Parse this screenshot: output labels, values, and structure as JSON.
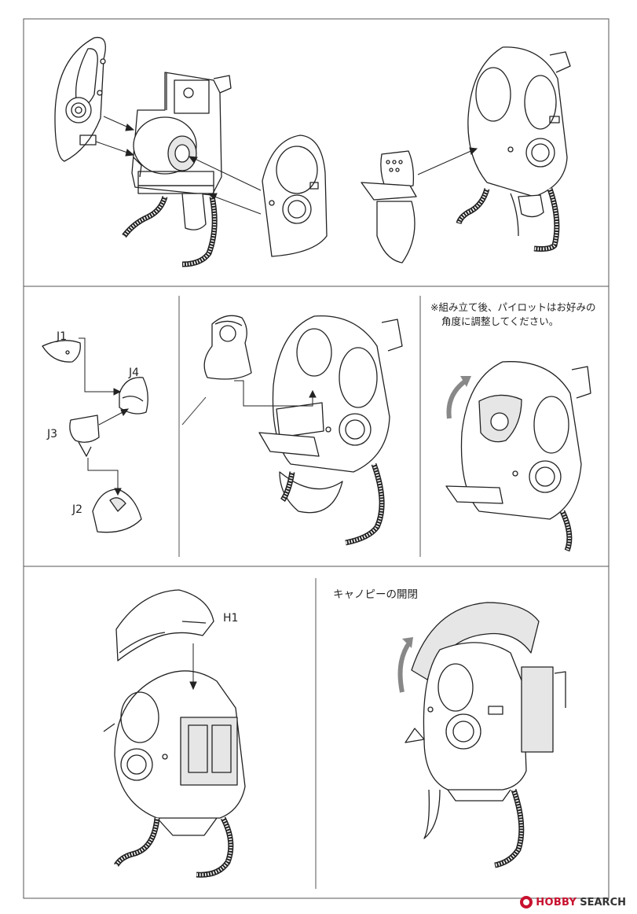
{
  "parts": {
    "j1": "J1",
    "j2": "J2",
    "j3": "J3",
    "j4": "J4",
    "h1": "H1"
  },
  "notes": {
    "pilot_line1": "※組み立て後、パイロットはお好みの",
    "pilot_line2": "角度に調整してください。",
    "canopy_heading": "キャノピーの開閉"
  },
  "watermark": {
    "brand": "HOBBY",
    "suffix": "SEARCH"
  },
  "colors": {
    "line": "#222222",
    "panel": "#ffffff",
    "shade": "#e6e6e6",
    "divider": "#555555",
    "watermark_red": "#c8102e"
  }
}
